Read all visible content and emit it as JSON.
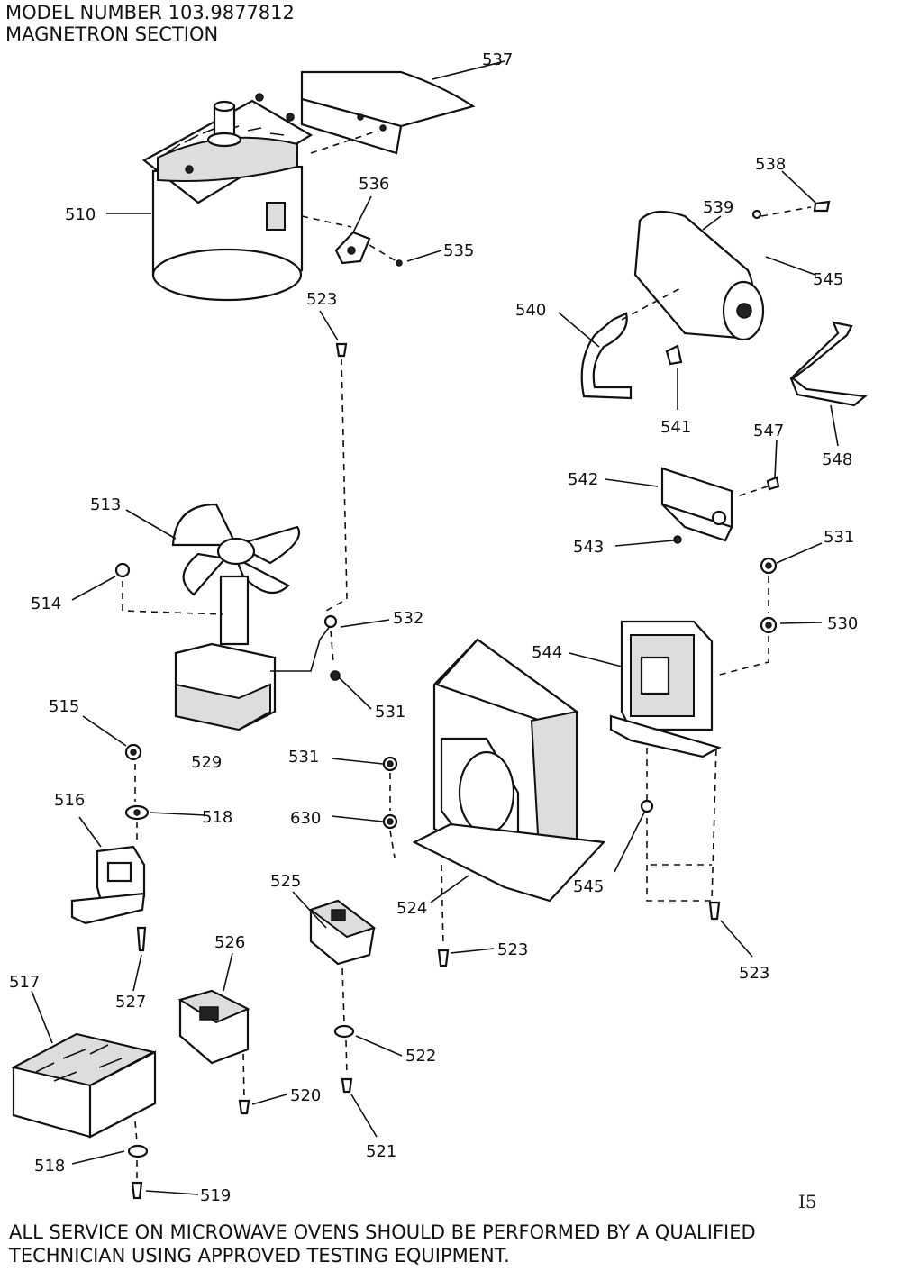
{
  "header": {
    "model_line": "MODEL NUMBER 103.9877812",
    "section_line": "MAGNETRON SECTION"
  },
  "footer": {
    "line1": "ALL SERVICE ON MICROWAVE OVENS SHOULD BE PERFORMED BY A QUALIFIED",
    "line2": "TECHNICIAN USING APPROVED TESTING EQUIPMENT."
  },
  "page_number": "I5",
  "labels": [
    {
      "id": "537",
      "text": "537"
    },
    {
      "id": "510",
      "text": "510"
    },
    {
      "id": "536",
      "text": "536"
    },
    {
      "id": "535",
      "text": "535"
    },
    {
      "id": "523a",
      "text": "523"
    },
    {
      "id": "538",
      "text": "538"
    },
    {
      "id": "539",
      "text": "539"
    },
    {
      "id": "545a",
      "text": "545"
    },
    {
      "id": "540",
      "text": "540"
    },
    {
      "id": "541",
      "text": "541"
    },
    {
      "id": "547",
      "text": "547"
    },
    {
      "id": "548",
      "text": "548"
    },
    {
      "id": "542",
      "text": "542"
    },
    {
      "id": "543",
      "text": "543"
    },
    {
      "id": "531a",
      "text": "531"
    },
    {
      "id": "530a",
      "text": "530"
    },
    {
      "id": "513",
      "text": "513"
    },
    {
      "id": "514",
      "text": "514"
    },
    {
      "id": "532",
      "text": "532"
    },
    {
      "id": "531b",
      "text": "531"
    },
    {
      "id": "544",
      "text": "544"
    },
    {
      "id": "515",
      "text": "515"
    },
    {
      "id": "529",
      "text": "529"
    },
    {
      "id": "531c",
      "text": "531"
    },
    {
      "id": "516",
      "text": "516"
    },
    {
      "id": "518a",
      "text": "518"
    },
    {
      "id": "630",
      "text": "630"
    },
    {
      "id": "545b",
      "text": "545"
    },
    {
      "id": "525",
      "text": "525"
    },
    {
      "id": "524",
      "text": "524"
    },
    {
      "id": "526",
      "text": "526"
    },
    {
      "id": "523b",
      "text": "523"
    },
    {
      "id": "523c",
      "text": "523"
    },
    {
      "id": "527",
      "text": "527"
    },
    {
      "id": "517",
      "text": "517"
    },
    {
      "id": "522",
      "text": "522"
    },
    {
      "id": "520",
      "text": "520"
    },
    {
      "id": "521",
      "text": "521"
    },
    {
      "id": "518b",
      "text": "518"
    },
    {
      "id": "519",
      "text": "519"
    }
  ]
}
